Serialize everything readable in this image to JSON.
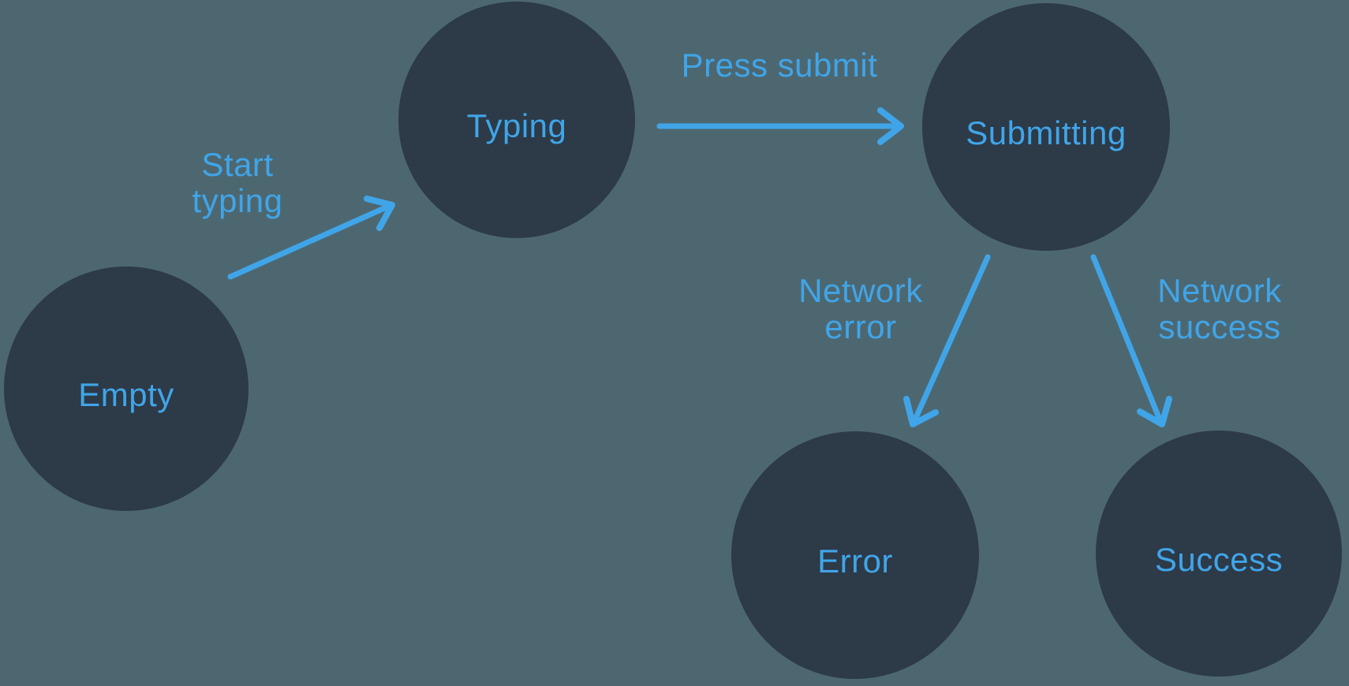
{
  "diagram": {
    "type": "state-machine",
    "colors": {
      "background": "#4d6771",
      "node_fill": "#2d3a48",
      "accent": "#40a5e8"
    },
    "nodes": [
      {
        "id": "empty",
        "label": "Empty"
      },
      {
        "id": "typing",
        "label": "Typing"
      },
      {
        "id": "submitting",
        "label": "Submitting"
      },
      {
        "id": "error",
        "label": "Error"
      },
      {
        "id": "success",
        "label": "Success"
      }
    ],
    "edges": [
      {
        "from": "empty",
        "to": "typing",
        "label": "Start typing"
      },
      {
        "from": "typing",
        "to": "submitting",
        "label": "Press submit"
      },
      {
        "from": "submitting",
        "to": "error",
        "label": "Network error"
      },
      {
        "from": "submitting",
        "to": "success",
        "label": "Network success"
      }
    ]
  }
}
